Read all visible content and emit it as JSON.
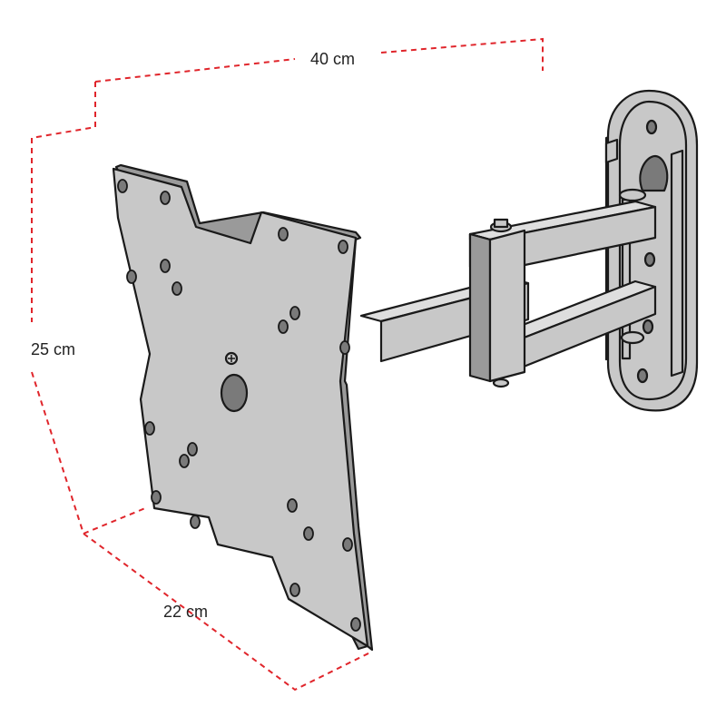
{
  "dimensions": {
    "width_label": "40 cm",
    "height_label": "25 cm",
    "depth_label": "22 cm"
  },
  "colors": {
    "dimension_line": "#e0252b",
    "metal_face": "#c8c8c8",
    "metal_side": "#9a9a9a",
    "metal_top": "#dedede",
    "outline": "#1a1a1a",
    "hole": "#7a7a7a"
  }
}
